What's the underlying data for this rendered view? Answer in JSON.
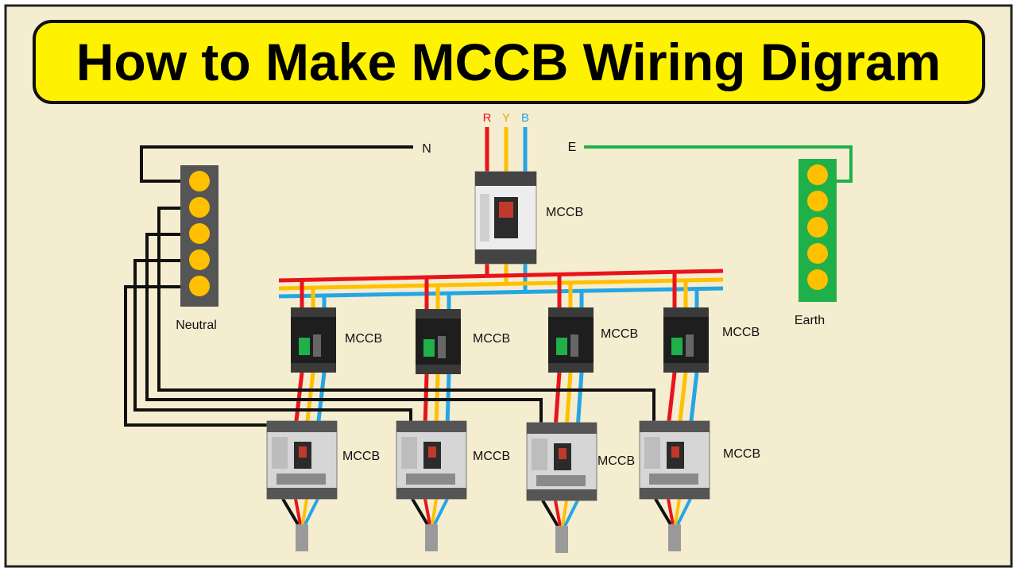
{
  "title": "How to Make MCCB Wiring Digram",
  "phases": {
    "r": "R",
    "y": "Y",
    "b": "B"
  },
  "neutral_tag": "N",
  "earth_tag": "E",
  "labels": {
    "neutral_bar": "Neutral",
    "earth_bar": "Earth",
    "main_breaker": "MCCB",
    "row1": [
      "MCCB",
      "MCCB",
      "MCCB",
      "MCCB"
    ],
    "row2": [
      "MCCB",
      "MCCB",
      "MCCB",
      "MCCB"
    ]
  },
  "colors": {
    "background": "#F5EDD0",
    "title_banner": "#FFF200",
    "red": "#E8141B",
    "yellow": "#FFC000",
    "blue": "#24A6E6",
    "green": "#1FB04A",
    "neutral": "#111111",
    "neutral_bar": "#555555",
    "terminal_dot": "#FFC000"
  },
  "icons": {
    "main_breaker": "mccb-large-icon",
    "row1_breaker": "mccb-black-icon",
    "row2_breaker": "mccb-gray-icon",
    "neutral_bar": "busbar-icon",
    "earth_bar": "busbar-icon",
    "cable": "cable-icon"
  },
  "terminals_per_bar": 5
}
